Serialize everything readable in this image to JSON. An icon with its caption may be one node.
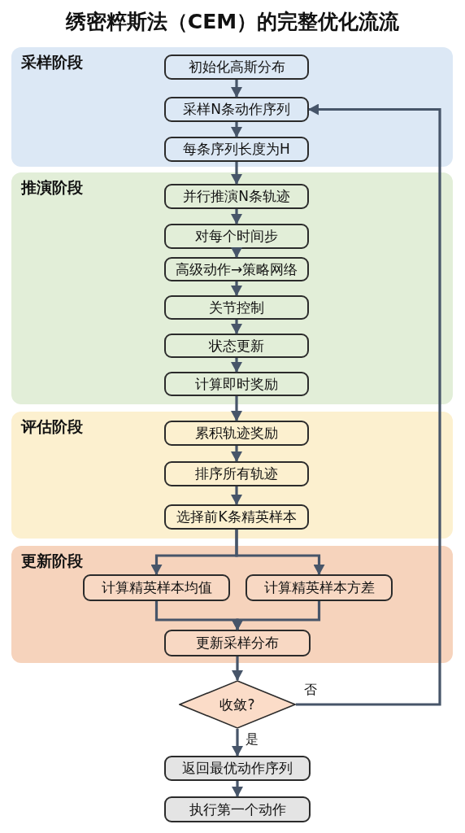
{
  "diagram": {
    "title": "绣密粹斯法（CEM）的完整优化流流",
    "nodes": [
      {
        "text": [
          "采样阶段"
        ]
      },
      {
        "text": [
          "初始化高斯分布"
        ],
        "in": 0
      },
      {
        "text": [
          "采样N条动作序列"
        ],
        "in": 0
      },
      {
        "text": [
          "每条序列长度为H"
        ],
        "in": 0
      },
      {
        "text": [
          "推演阶段"
        ]
      },
      {
        "text": [
          "并行推演N条轨迹"
        ],
        "in": 4
      },
      {
        "text": [
          "对每个时间步"
        ],
        "in": 4
      },
      {
        "text": [
          "高级动作→策略网络"
        ],
        "in": 4
      },
      {
        "text": [
          "关节控制"
        ],
        "in": 4
      },
      {
        "text": [
          "状态更新"
        ],
        "in": 4
      },
      {
        "text": [
          "计算即时奖励"
        ],
        "in": 4
      },
      {
        "text": [
          "评估阶段"
        ]
      },
      {
        "text": [
          "累积轨迹奖励"
        ],
        "in": 11
      },
      {
        "text": [
          "排序所有轨迹"
        ],
        "in": 11
      },
      {
        "text": [
          "选择前K条精英样本"
        ],
        "in": 11
      },
      {
        "text": [
          "更新阶段"
        ]
      },
      {
        "text": [
          "计算精英样本均值"
        ],
        "in": 15
      },
      {
        "text": [
          "计算精英样本方差"
        ],
        "in": 15
      },
      {
        "text": [
          "更新采样分布"
        ],
        "in": 15
      },
      {
        "text": [
          "收敛?"
        ]
      },
      {
        "text": [
          "返回最优动作序列"
        ]
      },
      {
        "text": [
          "执行第一个动作"
        ]
      }
    ],
    "edges": [
      {
        "from": 1,
        "to": 2,
        "arrow": "to"
      },
      {
        "from": 2,
        "to": 3,
        "arrow": "to"
      },
      {
        "from": 3,
        "to": 5,
        "arrow": "to"
      },
      {
        "from": 5,
        "to": 6,
        "arrow": "to"
      },
      {
        "from": 6,
        "to": 7,
        "arrow": "to"
      },
      {
        "from": 7,
        "to": 8,
        "arrow": "to"
      },
      {
        "from": 8,
        "to": 9,
        "arrow": "to"
      },
      {
        "from": 9,
        "to": 10,
        "arrow": "to"
      },
      {
        "from": 10,
        "to": 12,
        "arrow": "to"
      },
      {
        "from": 12,
        "to": 13,
        "arrow": "to"
      },
      {
        "from": 13,
        "to": 14,
        "arrow": "to"
      },
      {
        "from": 14,
        "to": 16,
        "arrow": "to"
      },
      {
        "from": 14,
        "to": 17,
        "arrow": "to"
      },
      {
        "from": 16,
        "to": 18,
        "arrow": "to"
      },
      {
        "from": 17,
        "to": 18,
        "arrow": "to"
      },
      {
        "from": 18,
        "to": 19,
        "arrow": "to"
      },
      {
        "from": 19,
        "to": 2,
        "arrow": "to",
        "label": "否"
      },
      {
        "from": 19,
        "to": 20,
        "arrow": "to",
        "label": "是"
      },
      {
        "from": 20,
        "to": 21,
        "arrow": "to"
      }
    ]
  }
}
